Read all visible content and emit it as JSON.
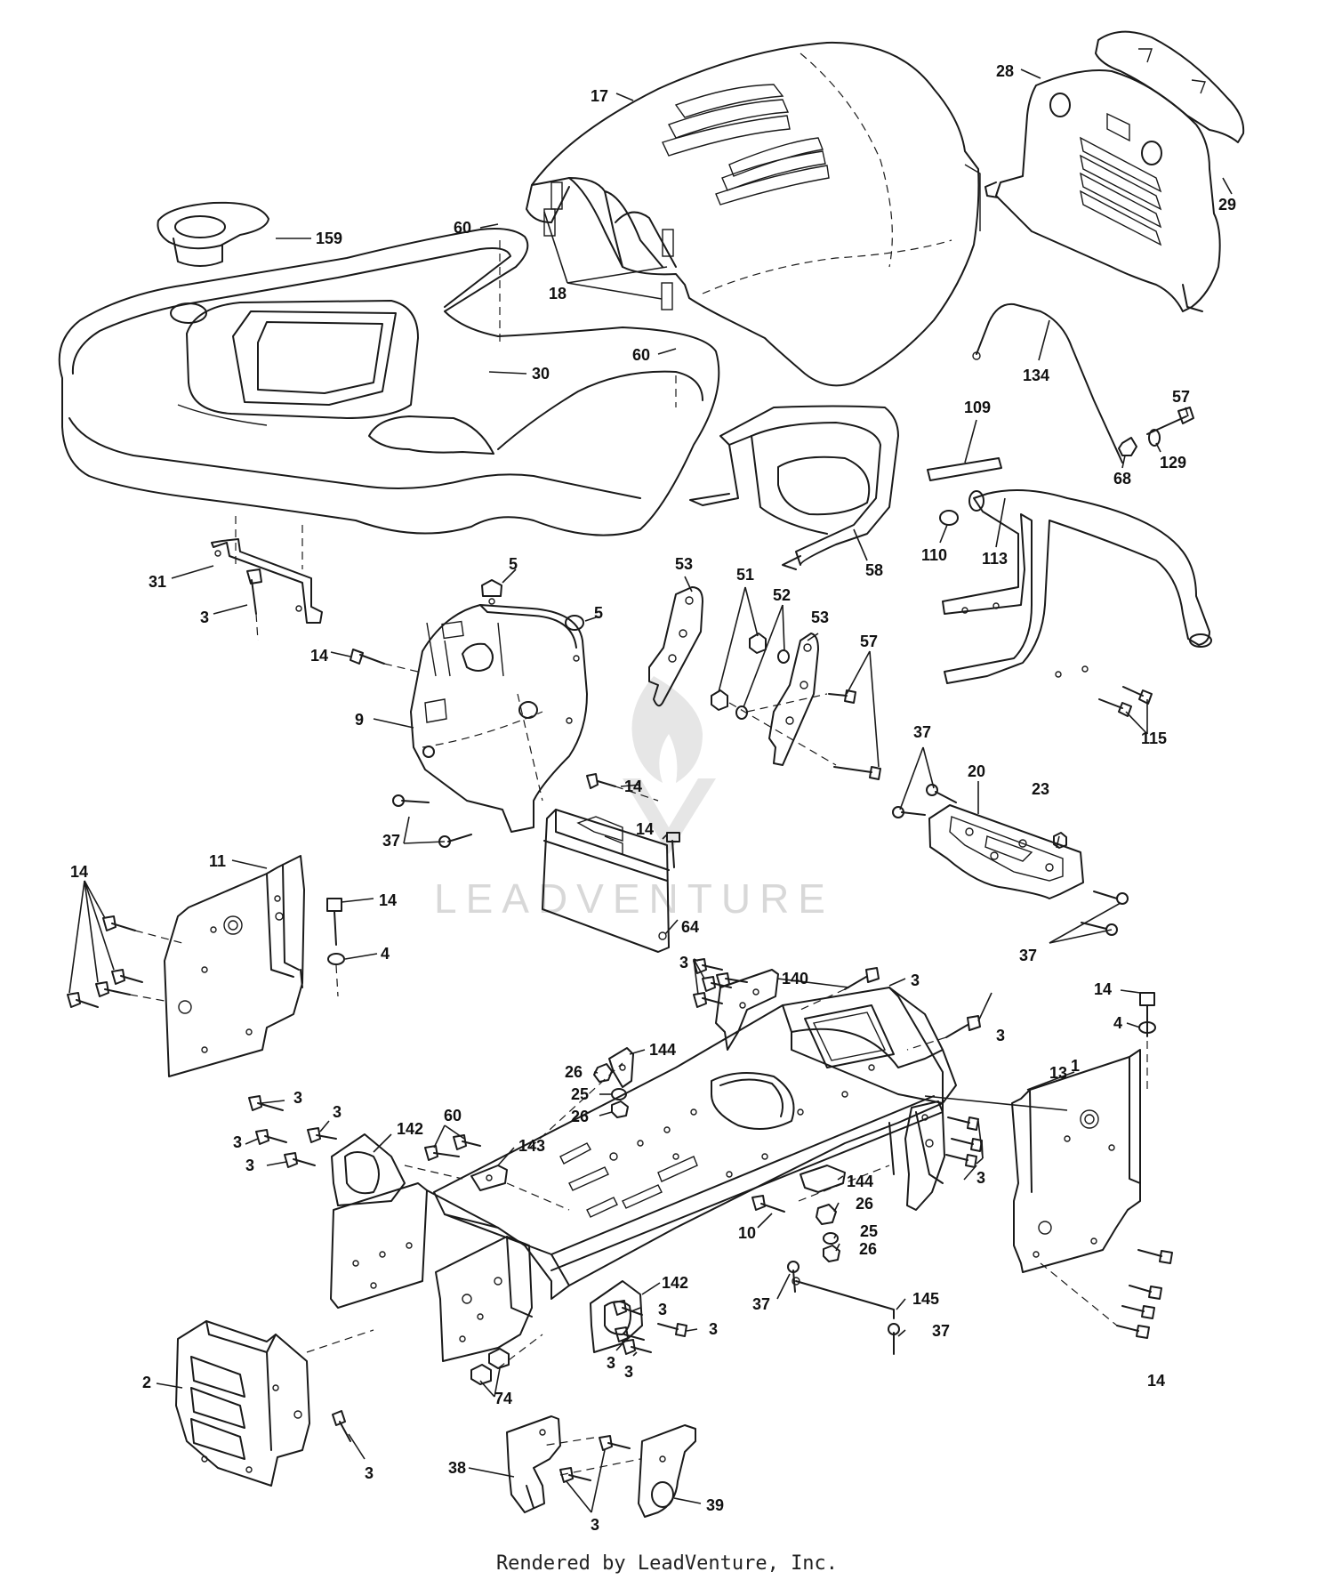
{
  "watermark": {
    "text": "LEADVENTURE"
  },
  "footer": {
    "text": "Rendered by LeadVenture, Inc."
  },
  "labels": {
    "l159": "159",
    "l60a": "60",
    "l17": "17",
    "l18": "18",
    "l60b": "60",
    "l30": "30",
    "l28": "28",
    "l29": "29",
    "l134": "134",
    "l57a": "57",
    "l129": "129",
    "l68": "68",
    "l109": "109",
    "l110": "110",
    "l113": "113",
    "l58": "58",
    "l31": "31",
    "l3a": "3",
    "l14a": "14",
    "l5a": "5",
    "l5b": "5",
    "l9": "9",
    "l37a": "37",
    "l14b": "14",
    "l53a": "53",
    "l51": "51",
    "l52": "52",
    "l53b": "53",
    "l57b": "57",
    "l115": "115",
    "l37b": "37",
    "l20": "20",
    "l23": "23",
    "l37c": "37",
    "l14c": "14",
    "l64": "64",
    "l11": "11",
    "l14d": "14",
    "l14e": "14",
    "l4a": "4",
    "l3b": "3",
    "l140": "140",
    "l3c": "3",
    "l3d": "3",
    "l14f": "14",
    "l4b": "4",
    "l1": "1",
    "l13": "13",
    "l144a": "144",
    "l26a": "26",
    "l25a": "25",
    "l26b": "26",
    "l3e": "3",
    "l3f": "3",
    "l3g": "3",
    "l3h": "3",
    "l142a": "142",
    "l60c": "60",
    "l143": "143",
    "l3i": "3",
    "l144b": "144",
    "l26c": "26",
    "l10": "10",
    "l25b": "25",
    "l26d": "26",
    "l37d": "37",
    "l145": "145",
    "l37e": "37",
    "l142b": "142",
    "l3j": "3",
    "l3k": "3",
    "l3l": "3",
    "l3m": "3",
    "l74": "74",
    "l2": "2",
    "l3n": "3",
    "l14g": "14",
    "l38": "38",
    "l3o": "3",
    "l39": "39"
  }
}
